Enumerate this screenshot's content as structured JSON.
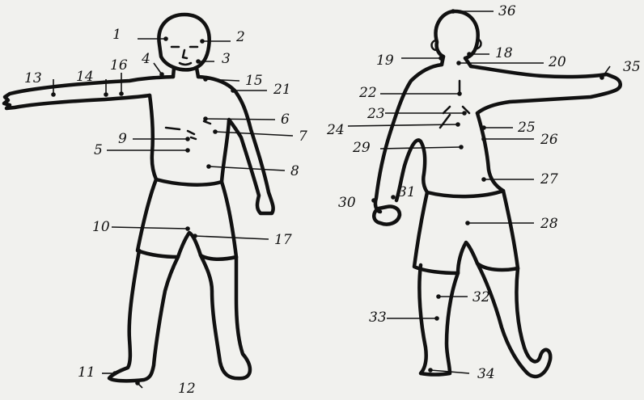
{
  "points": {
    "1": "1",
    "2": "2",
    "3": "3",
    "4": "4",
    "5": "5",
    "6": "6",
    "7": "7",
    "8": "8",
    "9": "9",
    "10": "10",
    "11": "11",
    "12": "12",
    "13": "13",
    "14": "14",
    "15": "15",
    "16": "16",
    "17": "17",
    "18": "18",
    "19": "19",
    "20": "20",
    "21": "21",
    "22": "22",
    "23": "23",
    "24": "24",
    "25": "25",
    "26": "26",
    "27": "27",
    "28": "28",
    "29": "29",
    "30": "30",
    "31": "31",
    "32": "32",
    "33": "33",
    "34": "34",
    "35": "35",
    "36": "36"
  }
}
